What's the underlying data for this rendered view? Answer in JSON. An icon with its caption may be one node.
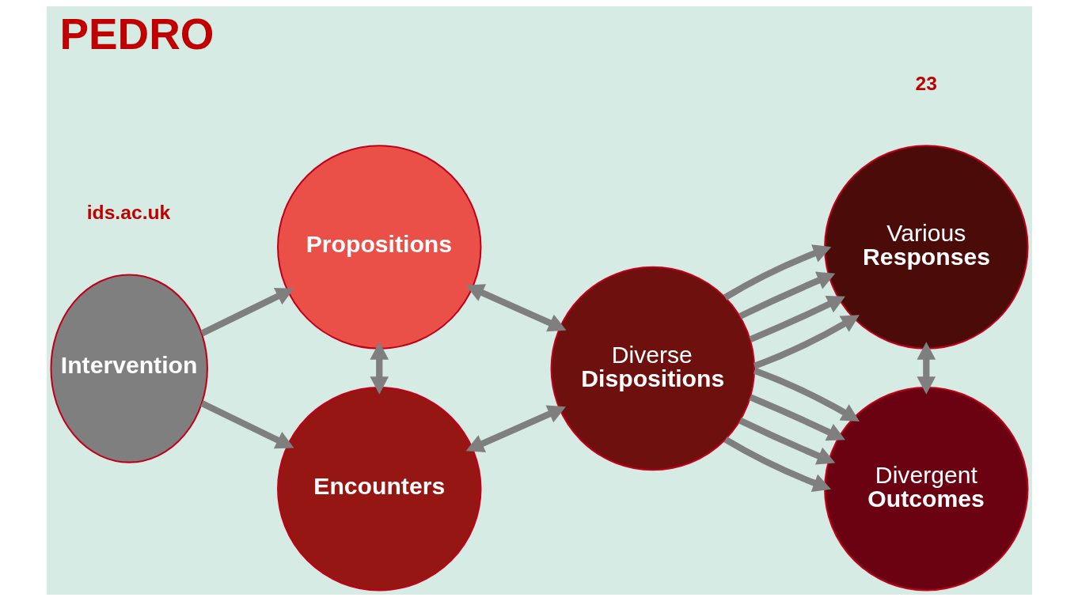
{
  "diagram": {
    "title": "PEDRO",
    "nodes": [
      {
        "text": [
          "Intervention"
        ]
      },
      {
        "text": [
          "Propositions"
        ]
      },
      {
        "text": [
          "Encounters"
        ]
      },
      {
        "text": [
          "Diverse",
          "Dispositions"
        ]
      },
      {
        "text": [
          "Various",
          "Responses"
        ]
      },
      {
        "text": [
          "Divergent",
          "Outcomes"
        ]
      }
    ],
    "edges": [
      {
        "from": 0,
        "to": 1,
        "arrow": "to"
      },
      {
        "from": 0,
        "to": 2,
        "arrow": "to"
      },
      {
        "from": 1,
        "to": 2,
        "arrow": "both"
      },
      {
        "from": 1,
        "to": 3,
        "arrow": "both"
      },
      {
        "from": 2,
        "to": 3,
        "arrow": "both"
      },
      {
        "from": 3,
        "to": 4,
        "arrow": "to"
      },
      {
        "from": 3,
        "to": 4,
        "arrow": "to"
      },
      {
        "from": 3,
        "to": 4,
        "arrow": "to"
      },
      {
        "from": 3,
        "to": 4,
        "arrow": "to"
      },
      {
        "from": 3,
        "to": 5,
        "arrow": "to"
      },
      {
        "from": 3,
        "to": 5,
        "arrow": "to"
      },
      {
        "from": 3,
        "to": 5,
        "arrow": "to"
      },
      {
        "from": 3,
        "to": 5,
        "arrow": "to"
      },
      {
        "from": 4,
        "to": 5,
        "arrow": "both"
      }
    ],
    "labels": [
      "ids.ac.uk",
      "23"
    ]
  }
}
